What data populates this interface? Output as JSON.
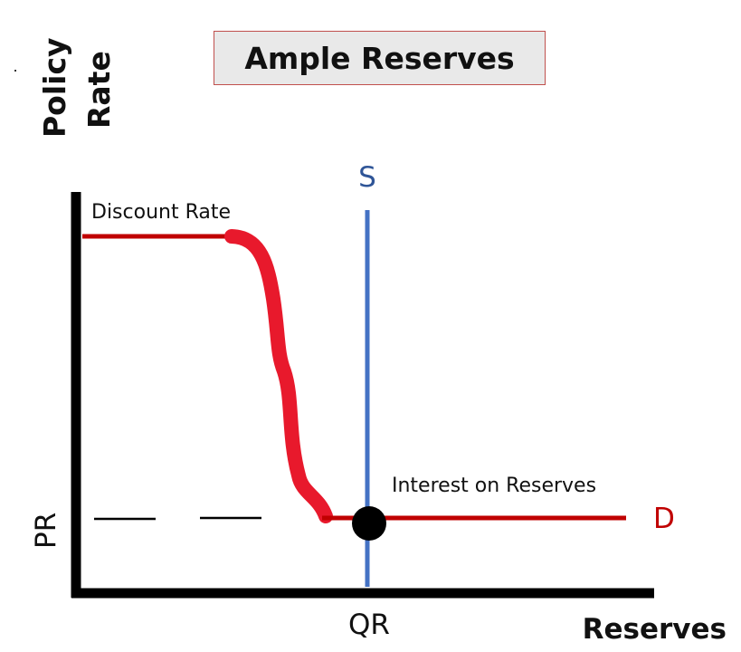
{
  "title": "Ample Reserves",
  "y_axis_label": [
    "Policy",
    "Rate"
  ],
  "x_axis_label": "Reserves",
  "curves": {
    "supply_label": "S",
    "demand_label": "D"
  },
  "annotations": {
    "discount_rate": "Discount Rate",
    "interest_on_reserves": "Interest on Reserves"
  },
  "ticks": {
    "policy_rate": "PR",
    "quantity_reserves": "QR"
  },
  "colors": {
    "demand": "#c00000",
    "demand_bold": "#e8192c",
    "supply": "#4472c4",
    "axis": "#000000",
    "title_border": "#c0504d",
    "title_fill": "#e9e9e9"
  }
}
